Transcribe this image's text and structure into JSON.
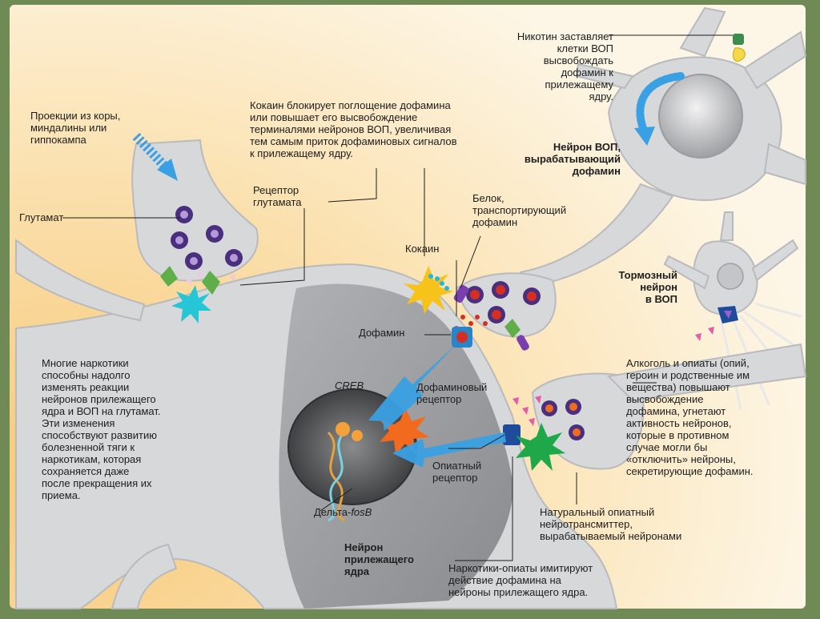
{
  "labels": {
    "cortex_projections": "Проекции из коры,\nминдалины или\nгиппокампа",
    "glutamate": "Глутамат",
    "glutamate_receptor": "Рецептор\nглутамата",
    "cocaine_effect": "Кокаин блокирует поглощение дофамина\nили повышает его высвобождение\nтерминалями нейронов ВОП, увеличивая\nтем самым приток дофаминовых сигналов\nк прилежащему ядру.",
    "nicotine": "Никотин заставляет\nклетки ВОП\nвысвобождать\nдофамин к\nприлежащему\nядру.",
    "vta_neuron": "Нейрон ВОП,\nвырабатывающий\nдофамин",
    "dopamine_transporter": "Белок,\nтранспортирующий\nдофамин",
    "cocaine": "Кокаин",
    "inhibitory_neuron": "Тормозный\nнейрон\nв ВОП",
    "dopamine": "Дофамин",
    "creb": "CREB",
    "dopamine_receptor": "Дофаминовый\nрецептор",
    "drugs_glutamate": "Многие наркотики\nспособны надолго\nизменять реакции\nнейронов прилежащего\nядра и ВОП на глутамат.\nЭти изменения\nспособствуют развитию\nболезненной тяги к\nнаркотикам, которая\nсохраняется даже\nпосле прекращения их\nприема.",
    "alcohol_opiates": "Алкоголь и опиаты (опий,\nгероин и родственные им\nвещества) повышают\nвысвобождение\nдофамина, угнетают\nактивность нейронов,\nкоторые в противном\nслучае могли бы\n«отключить» нейроны,\nсекретирующие дофамин.",
    "opiate_receptor": "Опиатный\nрецептор",
    "delta_fosb_prefix": "Дельта-",
    "delta_fosb_gene": "fosB",
    "nac_neuron": "Нейрон\nприлежащего\nядра",
    "natural_opiate": "Натуральный опиатный\nнейротрансмиттер,\nвырабатываемый нейронами",
    "opiate_drugs": "Наркотики-опиаты имитируют\nдействие дофамина на\nнейроны прилежащего ядра."
  },
  "colors": {
    "background_warm": "#f7c978",
    "background_light": "#fdf6e6",
    "cell": "#d7d8da",
    "cell_edge": "#b9babd",
    "arrow": "#3aa0e4",
    "vesicle": "#4a2f7e",
    "dopamine_dot": "#d42f22",
    "burst_yellow": "#f7c21a",
    "burst_orange": "#f26a1e",
    "burst_cyan": "#27c6d6",
    "burst_green": "#1ea84a",
    "receptor_green": "#5fae4a",
    "receptor_blue": "#1f4c9a",
    "frame": "#6f8a55"
  }
}
